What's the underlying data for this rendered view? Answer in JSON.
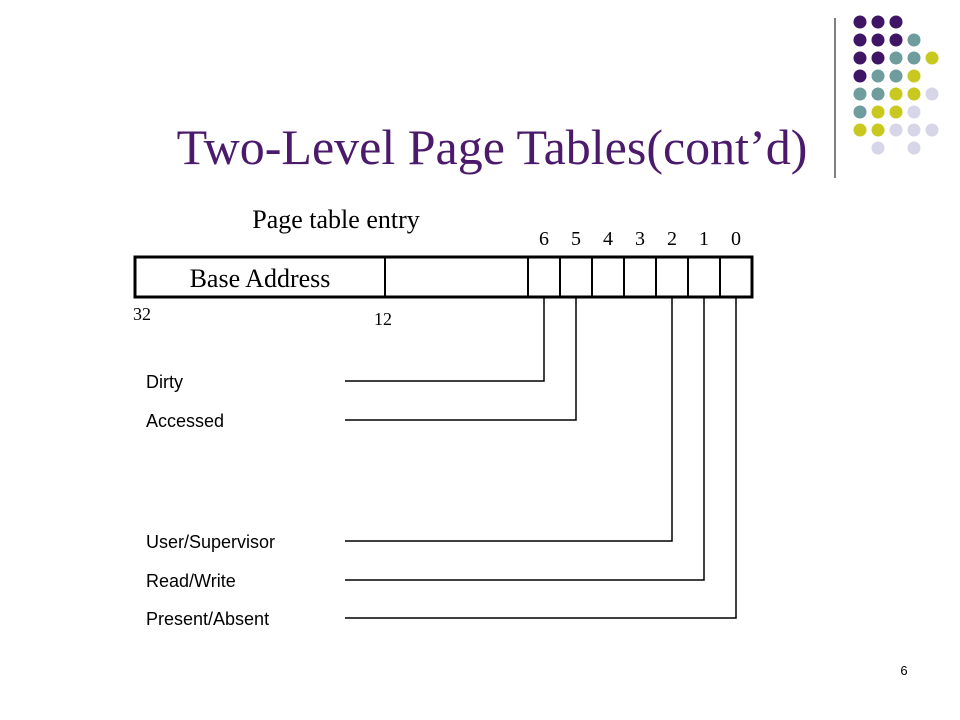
{
  "slide": {
    "title": "Two-Level Page Tables(cont’d)",
    "page_number": "6"
  },
  "diagram": {
    "entry_label": "Page table entry",
    "base_address_label": "Base Address",
    "bit_labels": [
      "6",
      "5",
      "4",
      "3",
      "2",
      "1",
      "0"
    ],
    "range_left": "32",
    "range_right": "12",
    "flags": [
      "Dirty",
      "Accessed",
      "User/Supervisor",
      "Read/Write",
      "Present/Absent"
    ]
  },
  "colors": {
    "title": "#4b1a6b",
    "dot_purple": "#3f1666",
    "dot_teal": "#6f9c9c",
    "dot_yellow": "#c8c81e",
    "dot_lavender": "#d6d6e8",
    "line": "#000000"
  }
}
